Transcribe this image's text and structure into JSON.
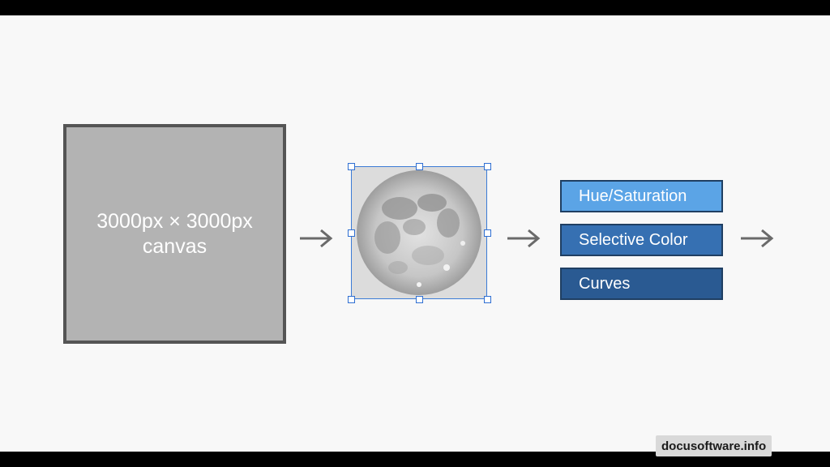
{
  "canvas": {
    "line1": "3000px × 3000px",
    "line2": "canvas"
  },
  "adjustments": [
    {
      "label": "Hue/Saturation",
      "color": "#5ba4e6"
    },
    {
      "label": "Selective Color",
      "color": "#3670b2"
    },
    {
      "label": "Curves",
      "color": "#2a5a92"
    }
  ],
  "moon_icon": "full-moon-image",
  "watermark": "docusoftware.info"
}
